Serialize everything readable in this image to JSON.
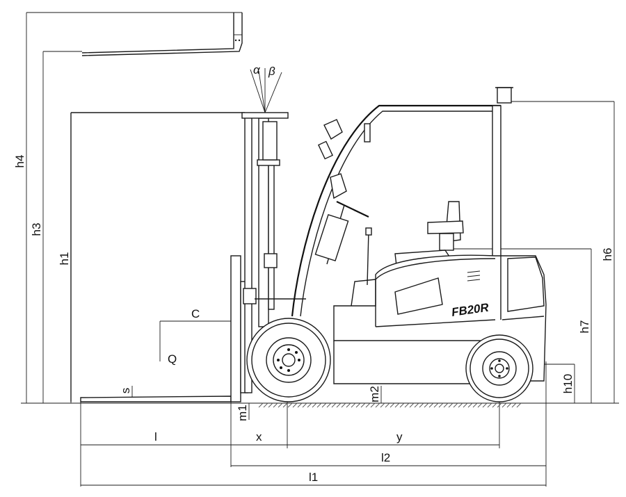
{
  "labels": {
    "h4": "h4",
    "h3": "h3",
    "h1": "h1",
    "h6": "h6",
    "h7": "h7",
    "h10": "h10",
    "C": "C",
    "Q": "Q",
    "s": "s",
    "m1": "m1",
    "m2": "m2",
    "l": "l",
    "x": "x",
    "y": "y",
    "l2": "l2",
    "l1": "l1",
    "alpha": "α",
    "beta": "β"
  },
  "model_badge": "FB20R"
}
